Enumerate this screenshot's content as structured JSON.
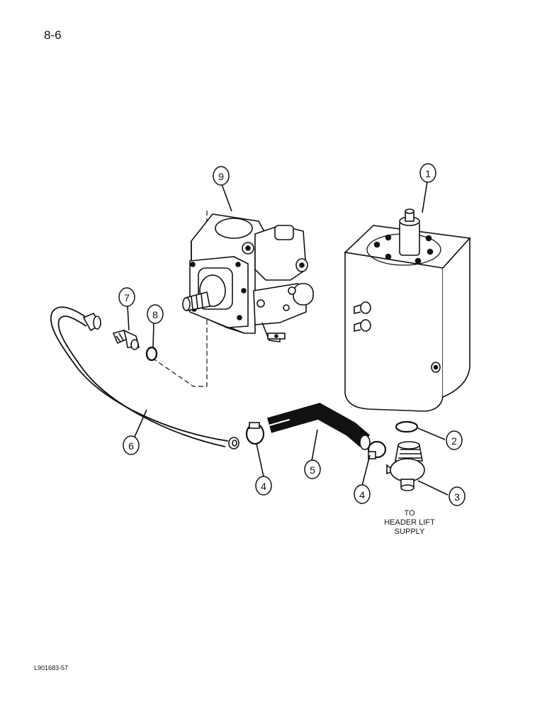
{
  "page": {
    "number": "8-6",
    "figure_code": "L901683-57"
  },
  "note": {
    "line1": "TO",
    "line2": "HEADER LIFT",
    "line3": "SUPPLY"
  },
  "callouts": [
    "1",
    "2",
    "3",
    "4",
    "4",
    "5",
    "6",
    "7",
    "8",
    "9"
  ],
  "parts": {
    "reservoir": "hydraulic reservoir tank",
    "pump": "hydraulic pump"
  }
}
